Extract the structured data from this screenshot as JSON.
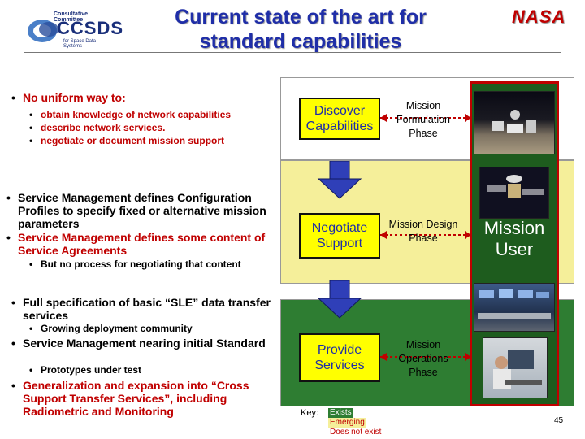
{
  "header": {
    "title_line1": "Current state of the art for",
    "title_line2": "standard capabilities",
    "nasa": "NASA",
    "logo_text1": "Consultative Committee",
    "logo_text2": "CCSDS",
    "logo_text3": "for Space Data Systems"
  },
  "bullets": {
    "b1": "No uniform way to:",
    "b1_subs": [
      "obtain knowledge of network capabilities",
      "describe network services.",
      "negotiate or document mission support"
    ],
    "b2": "Service Management defines Configuration Profiles to specify fixed or alternative mission parameters",
    "b3": "Service Management  defines some content of Service Agreements",
    "b3_sub": "But no process for negotiating that content",
    "b4": "Full specification of basic “SLE” data transfer services",
    "b4_sub": "Growing deployment community",
    "b5": "Service Management nearing initial Standard",
    "b5_sub": "Prototypes under test",
    "b6": "Generalization and expansion into “Cross Support Transfer Services”, including Radiometric and Monitoring"
  },
  "flow": {
    "discover": "Discover Capabilities",
    "negotiate": "Negotiate Support",
    "provide": "Provide Services",
    "phase1": "Mission Formulation Phase",
    "phase2": "Mission Design Phase",
    "phase3": "Mission Operations Phase",
    "mission_user": "Mission User"
  },
  "key": {
    "label": "Key:",
    "exists": "Exists",
    "emerging": "Emerging",
    "none": "Does not exist"
  },
  "page_number": "45",
  "colors": {
    "title": "#1f2ea8",
    "red": "#c00000",
    "exists_bg": "#2e7d32",
    "emerging_bg": "#f5ef9a",
    "box_yellow": "#ffff00",
    "arrow": "#2f3fb8"
  }
}
